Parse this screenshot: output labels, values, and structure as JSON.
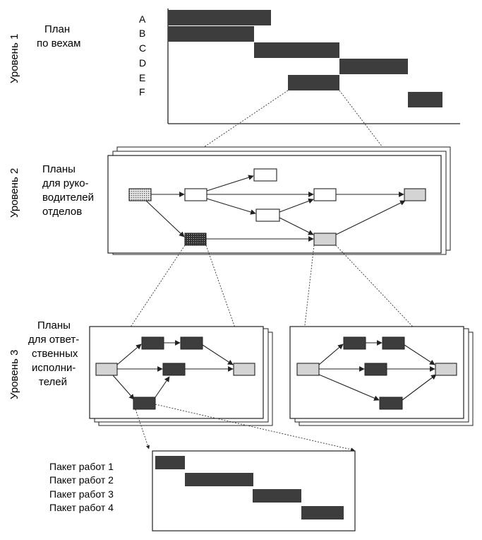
{
  "levels": {
    "level1": "Уровень 1",
    "level2": "Уровень 2",
    "level3": "Уровень 3"
  },
  "level1": {
    "title_lines": [
      "План",
      "по вехам"
    ],
    "gantt_rows": [
      "A",
      "B",
      "C",
      "D",
      "E",
      "F"
    ]
  },
  "level2": {
    "title_lines": [
      "Планы",
      "для руко-",
      "водителей",
      "отделов"
    ]
  },
  "level3": {
    "title_lines": [
      "Планы",
      "для ответ-",
      "ственных",
      "исполни-",
      "телей"
    ]
  },
  "packages": {
    "rows": [
      "Пакет работ 1",
      "Пакет работ 2",
      "Пакет работ 3",
      "Пакет работ 4"
    ]
  },
  "colors": {
    "bar_dark": "#3d3d3d",
    "node_gray": "#d4d4d4",
    "line": "#222222"
  }
}
